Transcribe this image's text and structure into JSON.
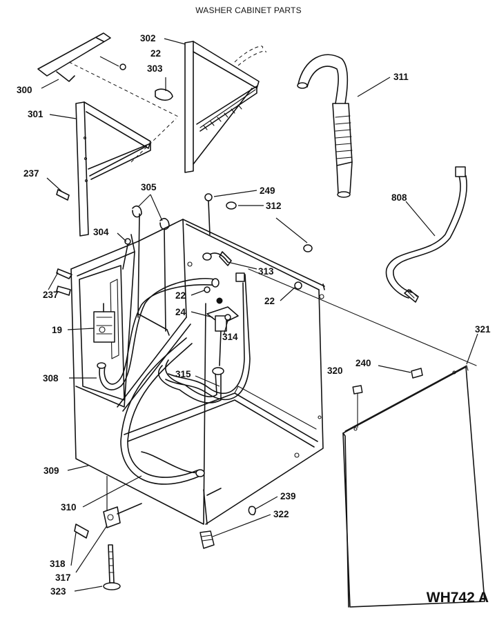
{
  "title": "WASHER CABINET PARTS",
  "diagram_code": "WH742 A",
  "callouts": {
    "p22a": "22",
    "p300": "300",
    "p302": "302",
    "p303": "303",
    "p301": "301",
    "p311": "311",
    "p237a": "237",
    "p305": "305",
    "p249": "249",
    "p312": "312",
    "p808": "808",
    "p304": "304",
    "p313": "313",
    "p22b": "22",
    "p22c": "22",
    "p237b": "237",
    "p24": "24",
    "p19": "19",
    "p314": "314",
    "p321": "321",
    "p240": "240",
    "p320": "320",
    "p308": "308",
    "p315": "315",
    "p309": "309",
    "p310": "310",
    "p239": "239",
    "p322": "322",
    "p318": "318",
    "p317": "317",
    "p323": "323"
  }
}
